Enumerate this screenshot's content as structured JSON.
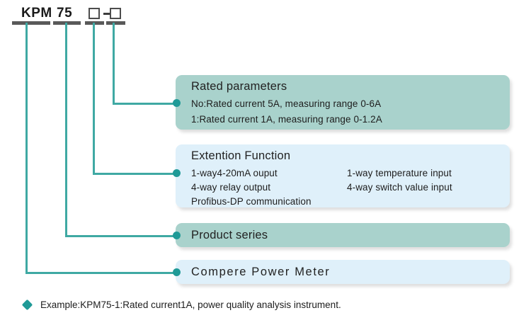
{
  "model_code": {
    "tokens": [
      {
        "text": "KPM",
        "type": "text"
      },
      {
        "text": "75",
        "type": "text"
      },
      {
        "text": "",
        "type": "square"
      },
      {
        "text": "-",
        "type": "dash"
      },
      {
        "text": "",
        "type": "square"
      }
    ]
  },
  "callouts": [
    {
      "id": "rated-parameters",
      "style": "teal",
      "title": "Rated parameters",
      "lines_col1": [
        "No:Rated current 5A, measuring range 0-6A",
        "1:Rated current 1A, measuring range 0-1.2A"
      ],
      "lines_col2": []
    },
    {
      "id": "extention-function",
      "style": "blue",
      "title": "Extention Function",
      "lines_col1": [
        "1-way4-20mA ouput",
        "4-way relay output",
        "Profibus-DP communication"
      ],
      "lines_col2": [
        "1-way temperature input",
        "4-way switch value input"
      ]
    },
    {
      "id": "product-series",
      "style": "teal",
      "label": "Product series"
    },
    {
      "id": "compere-power-meter",
      "style": "blue",
      "label": "Compere  Power  Meter"
    }
  ],
  "footer": {
    "bullet_icon": "diamond-bullet-icon",
    "text": "Example:KPM75-1:Rated current1A, power quality analysis instrument."
  },
  "colors": {
    "teal_box": "#a9d2cc",
    "blue_box": "#dff0fa",
    "connector": "#3fa9a3",
    "dot": "#1f9a97",
    "underline": "#595959"
  }
}
